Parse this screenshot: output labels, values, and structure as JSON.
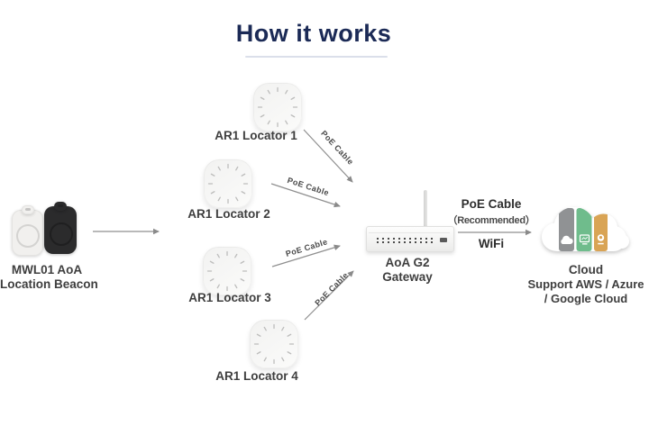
{
  "title": "How it works",
  "beacon": {
    "line1": "MWL01 AoA",
    "line2": "Location Beacon"
  },
  "locators": {
    "l1": "AR1 Locator 1",
    "l2": "AR1 Locator 2",
    "l3": "AR1 Locator 3",
    "l4": "AR1 Locator 4"
  },
  "connections": {
    "poe_cable": "PoE Cable"
  },
  "gateway": {
    "line1": "AoA G2",
    "line2": "Gateway"
  },
  "uplink": {
    "poe": "PoE Cable",
    "recommended": "（Recommended）",
    "wifi": "WiFi"
  },
  "cloud": {
    "label": "Cloud",
    "support1": "Support AWS / Azure",
    "support2": "/ Google Cloud"
  },
  "colors": {
    "title_navy": "#1b2a56",
    "arrow_gray": "#8f8f8f",
    "label_gray": "#3e3e3e",
    "cloud_gray": "#909294",
    "cloud_green": "#6fbc8c",
    "cloud_orange": "#d9a455",
    "beacon_black": "#2b2b2c",
    "device_white": "#f2f2f1"
  }
}
